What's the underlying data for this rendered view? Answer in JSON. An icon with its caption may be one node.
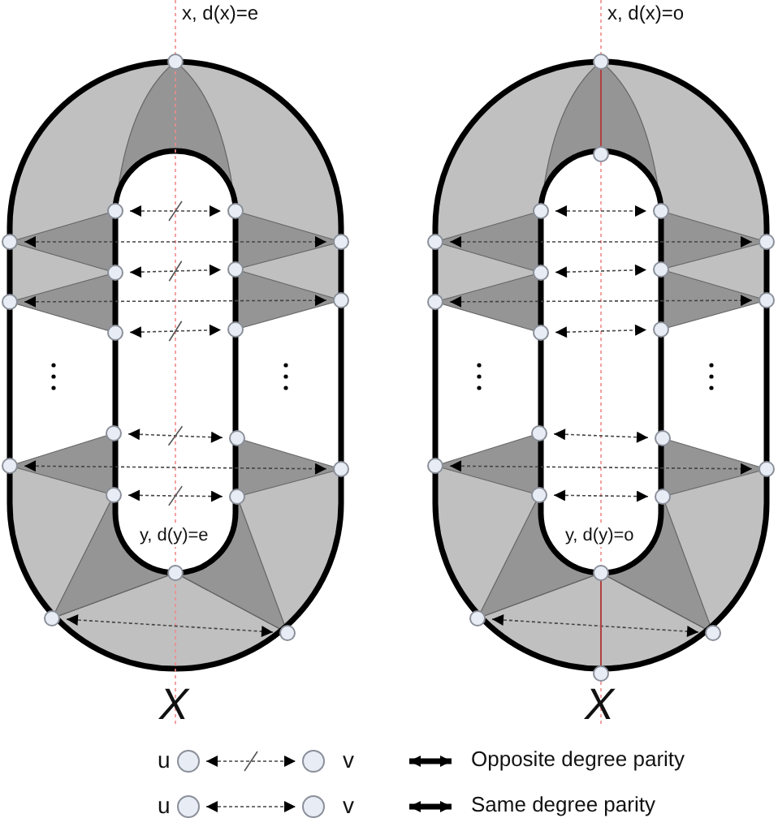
{
  "diagram": {
    "nodes": [
      {
        "text": [],
        "shape": "circle",
        "beside": [
          "x, d(x)=e"
        ]
      },
      {
        "text": [],
        "shape": "circle"
      },
      {
        "text": [],
        "shape": "circle"
      },
      {
        "text": [],
        "shape": "circle"
      },
      {
        "text": [],
        "shape": "circle"
      },
      {
        "text": [],
        "shape": "circle"
      },
      {
        "text": [],
        "shape": "circle"
      },
      {
        "text": [],
        "shape": "circle"
      },
      {
        "text": [],
        "shape": "circle"
      },
      {
        "text": [],
        "shape": "circle"
      },
      {
        "text": [],
        "shape": "circle"
      },
      {
        "text": [],
        "shape": "circle"
      },
      {
        "text": [],
        "shape": "circle"
      },
      {
        "text": [],
        "shape": "circle"
      },
      {
        "text": [],
        "shape": "circle"
      },
      {
        "text": [],
        "shape": "circle"
      },
      {
        "text": [],
        "shape": "circle"
      },
      {
        "text": [],
        "shape": "circle",
        "beside": [
          "y, d(y)=e"
        ]
      },
      {
        "text": [],
        "shape": "circle"
      },
      {
        "text": [],
        "shape": "circle"
      },
      {
        "text": [],
        "shape": "circle",
        "beside": [
          "x, d(x)=o"
        ]
      },
      {
        "text": [],
        "shape": "circle"
      },
      {
        "text": [],
        "shape": "circle"
      },
      {
        "text": [],
        "shape": "circle"
      },
      {
        "text": [],
        "shape": "circle"
      },
      {
        "text": [],
        "shape": "circle"
      },
      {
        "text": [],
        "shape": "circle"
      },
      {
        "text": [],
        "shape": "circle"
      },
      {
        "text": [],
        "shape": "circle"
      },
      {
        "text": [],
        "shape": "circle"
      },
      {
        "text": [],
        "shape": "circle"
      },
      {
        "text": [],
        "shape": "circle"
      },
      {
        "text": [],
        "shape": "circle"
      },
      {
        "text": [],
        "shape": "circle"
      },
      {
        "text": [],
        "shape": "circle"
      },
      {
        "text": [],
        "shape": "circle"
      },
      {
        "text": [],
        "shape": "circle"
      },
      {
        "text": [],
        "shape": "circle"
      },
      {
        "text": [],
        "shape": "circle",
        "beside": [
          "y, d(y)=o"
        ]
      },
      {
        "text": [],
        "shape": "circle"
      },
      {
        "text": [],
        "shape": "circle"
      },
      {
        "text": [],
        "shape": "circle"
      },
      {
        "text": [],
        "shape": "circle",
        "beside": [
          "u"
        ]
      },
      {
        "text": [],
        "shape": "circle",
        "beside": [
          "v"
        ]
      },
      {
        "text": [],
        "shape": "circle",
        "beside": [
          "u"
        ]
      },
      {
        "text": [],
        "shape": "circle",
        "beside": [
          "v"
        ]
      }
    ],
    "edges": [
      {
        "from": 1,
        "to": 2,
        "arrow": "both",
        "style": "dashed"
      },
      {
        "from": 3,
        "to": 4,
        "arrow": "both",
        "style": "dashed"
      },
      {
        "from": 5,
        "to": 6,
        "arrow": "both",
        "style": "dashed"
      },
      {
        "from": 7,
        "to": 8,
        "arrow": "both",
        "style": "dashed"
      },
      {
        "from": 9,
        "to": 10,
        "arrow": "both",
        "style": "dashed"
      },
      {
        "from": 11,
        "to": 12,
        "arrow": "both",
        "style": "dashed"
      },
      {
        "from": 13,
        "to": 14,
        "arrow": "both",
        "style": "dashed"
      },
      {
        "from": 15,
        "to": 16,
        "arrow": "both",
        "style": "dashed"
      },
      {
        "from": 18,
        "to": 19,
        "arrow": "both",
        "style": "dashed"
      },
      {
        "from": 22,
        "to": 23,
        "arrow": "both",
        "style": "dashed"
      },
      {
        "from": 24,
        "to": 25,
        "arrow": "both",
        "style": "dashed"
      },
      {
        "from": 26,
        "to": 27,
        "arrow": "both",
        "style": "dashed"
      },
      {
        "from": 28,
        "to": 29,
        "arrow": "both",
        "style": "dashed"
      },
      {
        "from": 30,
        "to": 31,
        "arrow": "both",
        "style": "dashed"
      },
      {
        "from": 32,
        "to": 33,
        "arrow": "both",
        "style": "dashed"
      },
      {
        "from": 34,
        "to": 35,
        "arrow": "both",
        "style": "dashed"
      },
      {
        "from": 36,
        "to": 37,
        "arrow": "both",
        "style": "dashed"
      },
      {
        "from": 39,
        "to": 40,
        "arrow": "both",
        "style": "dashed"
      },
      {
        "from": 20,
        "to": 21,
        "arrow": "none",
        "color": "#b04040"
      },
      {
        "from": 38,
        "to": 41,
        "arrow": "none",
        "color": "#b04040"
      },
      {
        "from": 42,
        "to": 43,
        "arrow": "both",
        "style": "dashed"
      },
      {
        "from": 44,
        "to": 45,
        "arrow": "both",
        "style": "dashed"
      }
    ],
    "labels": [
      "X",
      "X"
    ],
    "legend": [
      {
        "text": "Opposite degree parity"
      },
      {
        "text": "Same degree parity"
      }
    ]
  }
}
